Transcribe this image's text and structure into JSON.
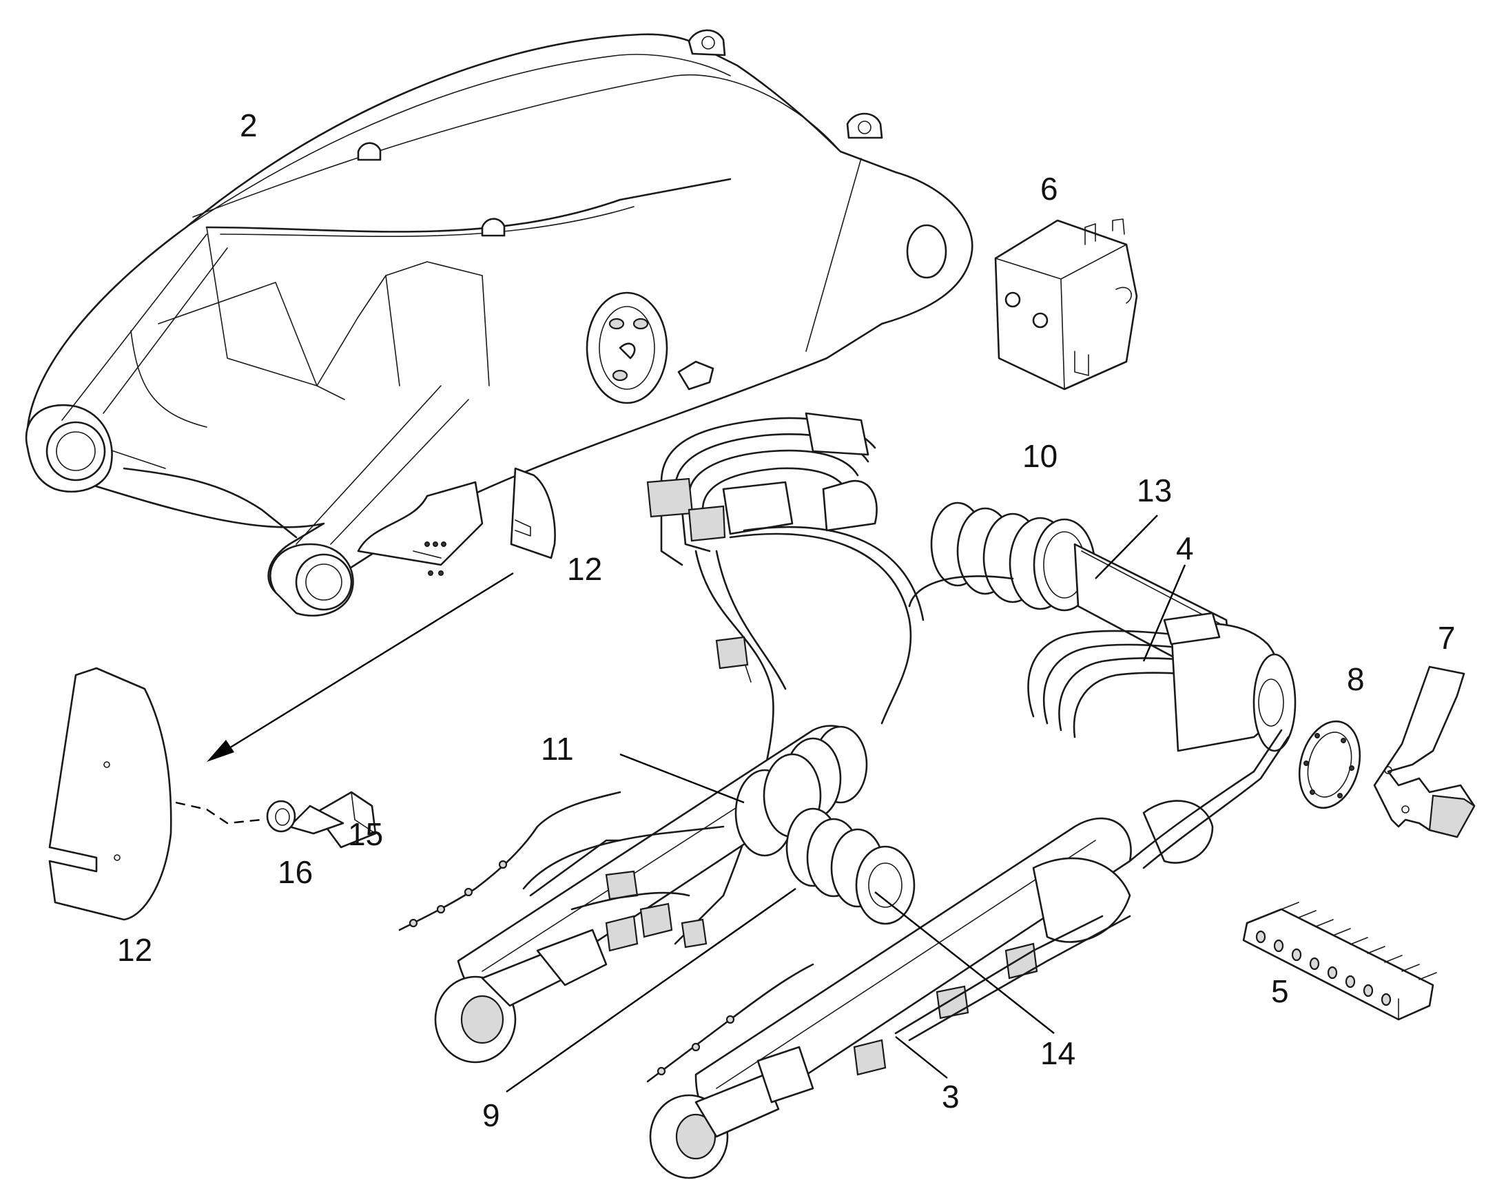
{
  "callouts": [
    {
      "id": "2",
      "label": "2"
    },
    {
      "id": "6",
      "label": "6"
    },
    {
      "id": "10",
      "label": "10"
    },
    {
      "id": "13",
      "label": "13"
    },
    {
      "id": "4",
      "label": "4"
    },
    {
      "id": "12a",
      "label": "12"
    },
    {
      "id": "7",
      "label": "7"
    },
    {
      "id": "8",
      "label": "8"
    },
    {
      "id": "11",
      "label": "11"
    },
    {
      "id": "15",
      "label": "15"
    },
    {
      "id": "16",
      "label": "16"
    },
    {
      "id": "12b",
      "label": "12"
    },
    {
      "id": "5",
      "label": "5"
    },
    {
      "id": "14",
      "label": "14"
    },
    {
      "id": "9",
      "label": "9"
    },
    {
      "id": "3",
      "label": "3"
    }
  ],
  "colors": {
    "line": "#1a1a1a",
    "background": "#ffffff",
    "shade": "#d9d9d9"
  }
}
